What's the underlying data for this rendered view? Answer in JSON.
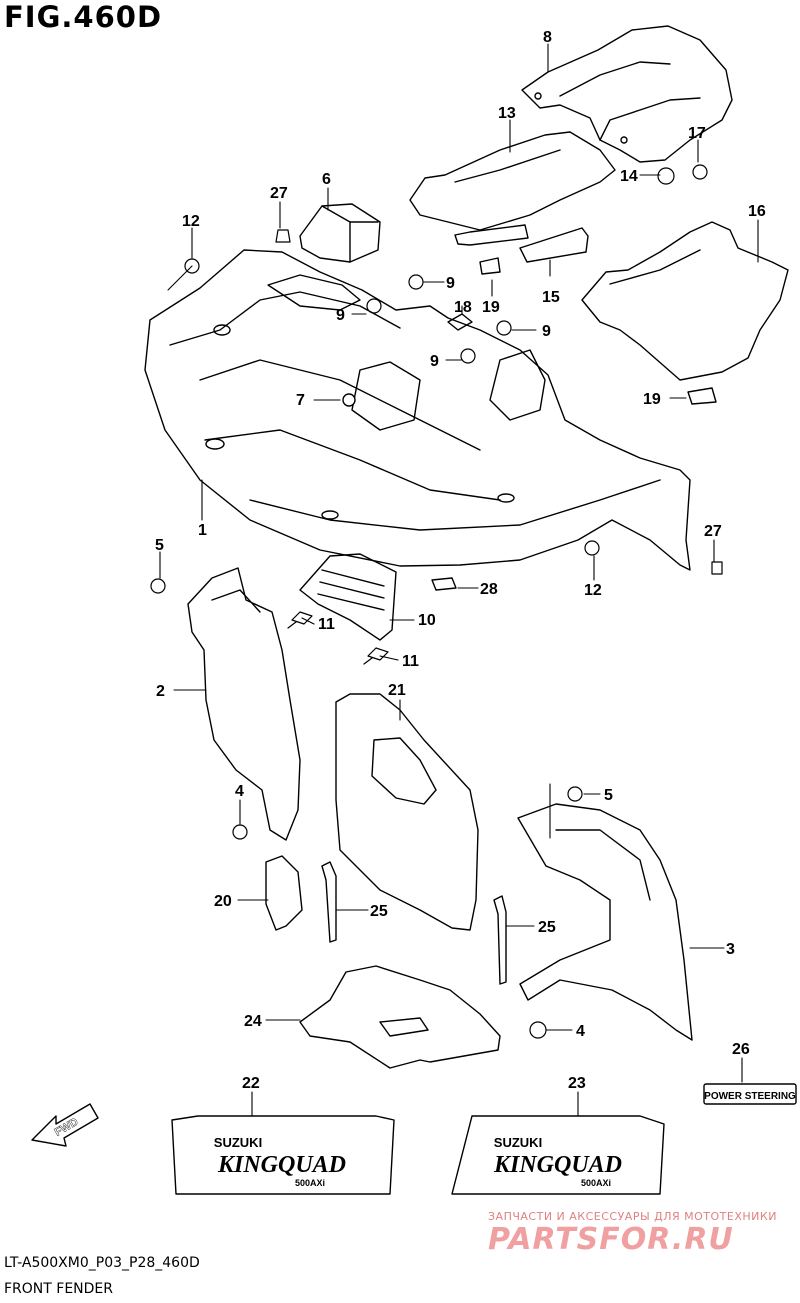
{
  "figure": {
    "title": "FIG.460D",
    "model_code": "LT-A500XM0_P03_P28_460D",
    "name": "FRONT FENDER"
  },
  "callouts": [
    {
      "id": "c8",
      "text": "8"
    },
    {
      "id": "c13",
      "text": "13"
    },
    {
      "id": "c17",
      "text": "17"
    },
    {
      "id": "c14",
      "text": "14"
    },
    {
      "id": "c27a",
      "text": "27"
    },
    {
      "id": "c6",
      "text": "6"
    },
    {
      "id": "c12a",
      "text": "12"
    },
    {
      "id": "c16",
      "text": "16"
    },
    {
      "id": "c9a",
      "text": "9"
    },
    {
      "id": "c9b",
      "text": "9"
    },
    {
      "id": "c18",
      "text": "18"
    },
    {
      "id": "c19a",
      "text": "19"
    },
    {
      "id": "c15",
      "text": "15"
    },
    {
      "id": "c9c",
      "text": "9"
    },
    {
      "id": "c9d",
      "text": "9"
    },
    {
      "id": "c7",
      "text": "7"
    },
    {
      "id": "c19b",
      "text": "19"
    },
    {
      "id": "c1",
      "text": "1"
    },
    {
      "id": "c27b",
      "text": "27"
    },
    {
      "id": "c5a",
      "text": "5"
    },
    {
      "id": "c12b",
      "text": "12"
    },
    {
      "id": "c28",
      "text": "28"
    },
    {
      "id": "c11a",
      "text": "11"
    },
    {
      "id": "c10",
      "text": "10"
    },
    {
      "id": "c11b",
      "text": "11"
    },
    {
      "id": "c2",
      "text": "2"
    },
    {
      "id": "c21",
      "text": "21"
    },
    {
      "id": "c4a",
      "text": "4"
    },
    {
      "id": "c5b",
      "text": "5"
    },
    {
      "id": "c20",
      "text": "20"
    },
    {
      "id": "c25a",
      "text": "25"
    },
    {
      "id": "c25b",
      "text": "25"
    },
    {
      "id": "c3",
      "text": "3"
    },
    {
      "id": "c24",
      "text": "24"
    },
    {
      "id": "c4b",
      "text": "4"
    },
    {
      "id": "c26",
      "text": "26"
    },
    {
      "id": "c22",
      "text": "22"
    },
    {
      "id": "c23",
      "text": "23"
    }
  ],
  "labels": {
    "power_steering": "POWER STEERING",
    "fwd": "FWD",
    "decal_brand": "SUZUKI",
    "decal_model": "KINGQUAD",
    "decal_sub": "500AXi"
  },
  "watermark": {
    "text": "ЗАПЧАСТИ И АКСЕССУАРЫ ДЛЯ МОТОТЕХНИКИ",
    "logo": "PARTSFOR.RU"
  }
}
